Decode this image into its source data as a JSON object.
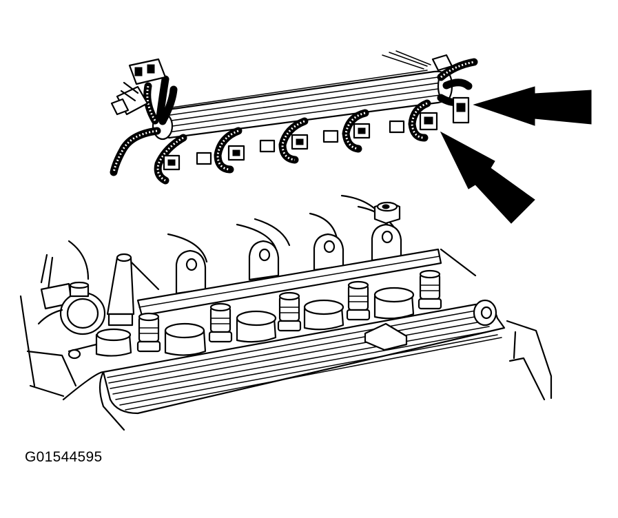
{
  "figure": {
    "code": "G01544595"
  },
  "colors": {
    "ink": "#000000",
    "paper": "#ffffff"
  },
  "parts": {
    "injector_count": 6,
    "harness_connector_count": 6,
    "callout_arrow_count": 2
  }
}
